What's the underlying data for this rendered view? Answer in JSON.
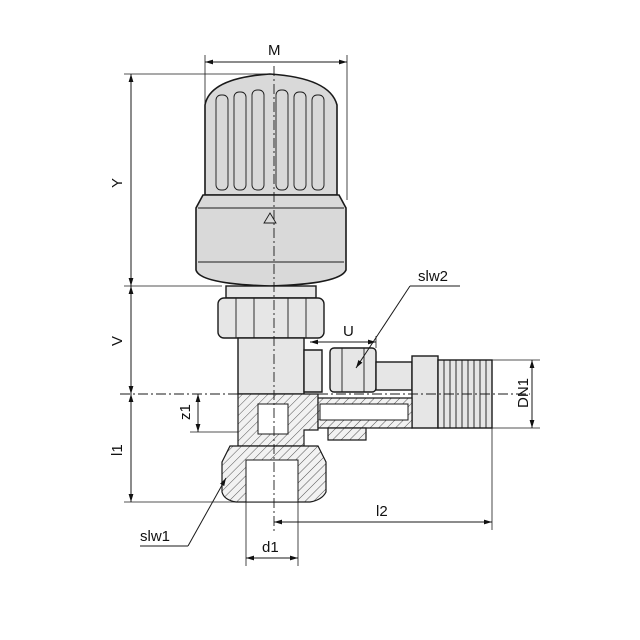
{
  "labels": {
    "M": "M",
    "Y": "Y",
    "V": "V",
    "U": "U",
    "z1": "z1",
    "l1": "l1",
    "l2": "l2",
    "d1": "d1",
    "DN1": "DN1",
    "slw1": "slw1",
    "slw2": "slw2"
  },
  "colors": {
    "line": "#1a1a1a",
    "background": "#ffffff",
    "body": "#e6e6e6",
    "cap": "#d9d9d9"
  }
}
